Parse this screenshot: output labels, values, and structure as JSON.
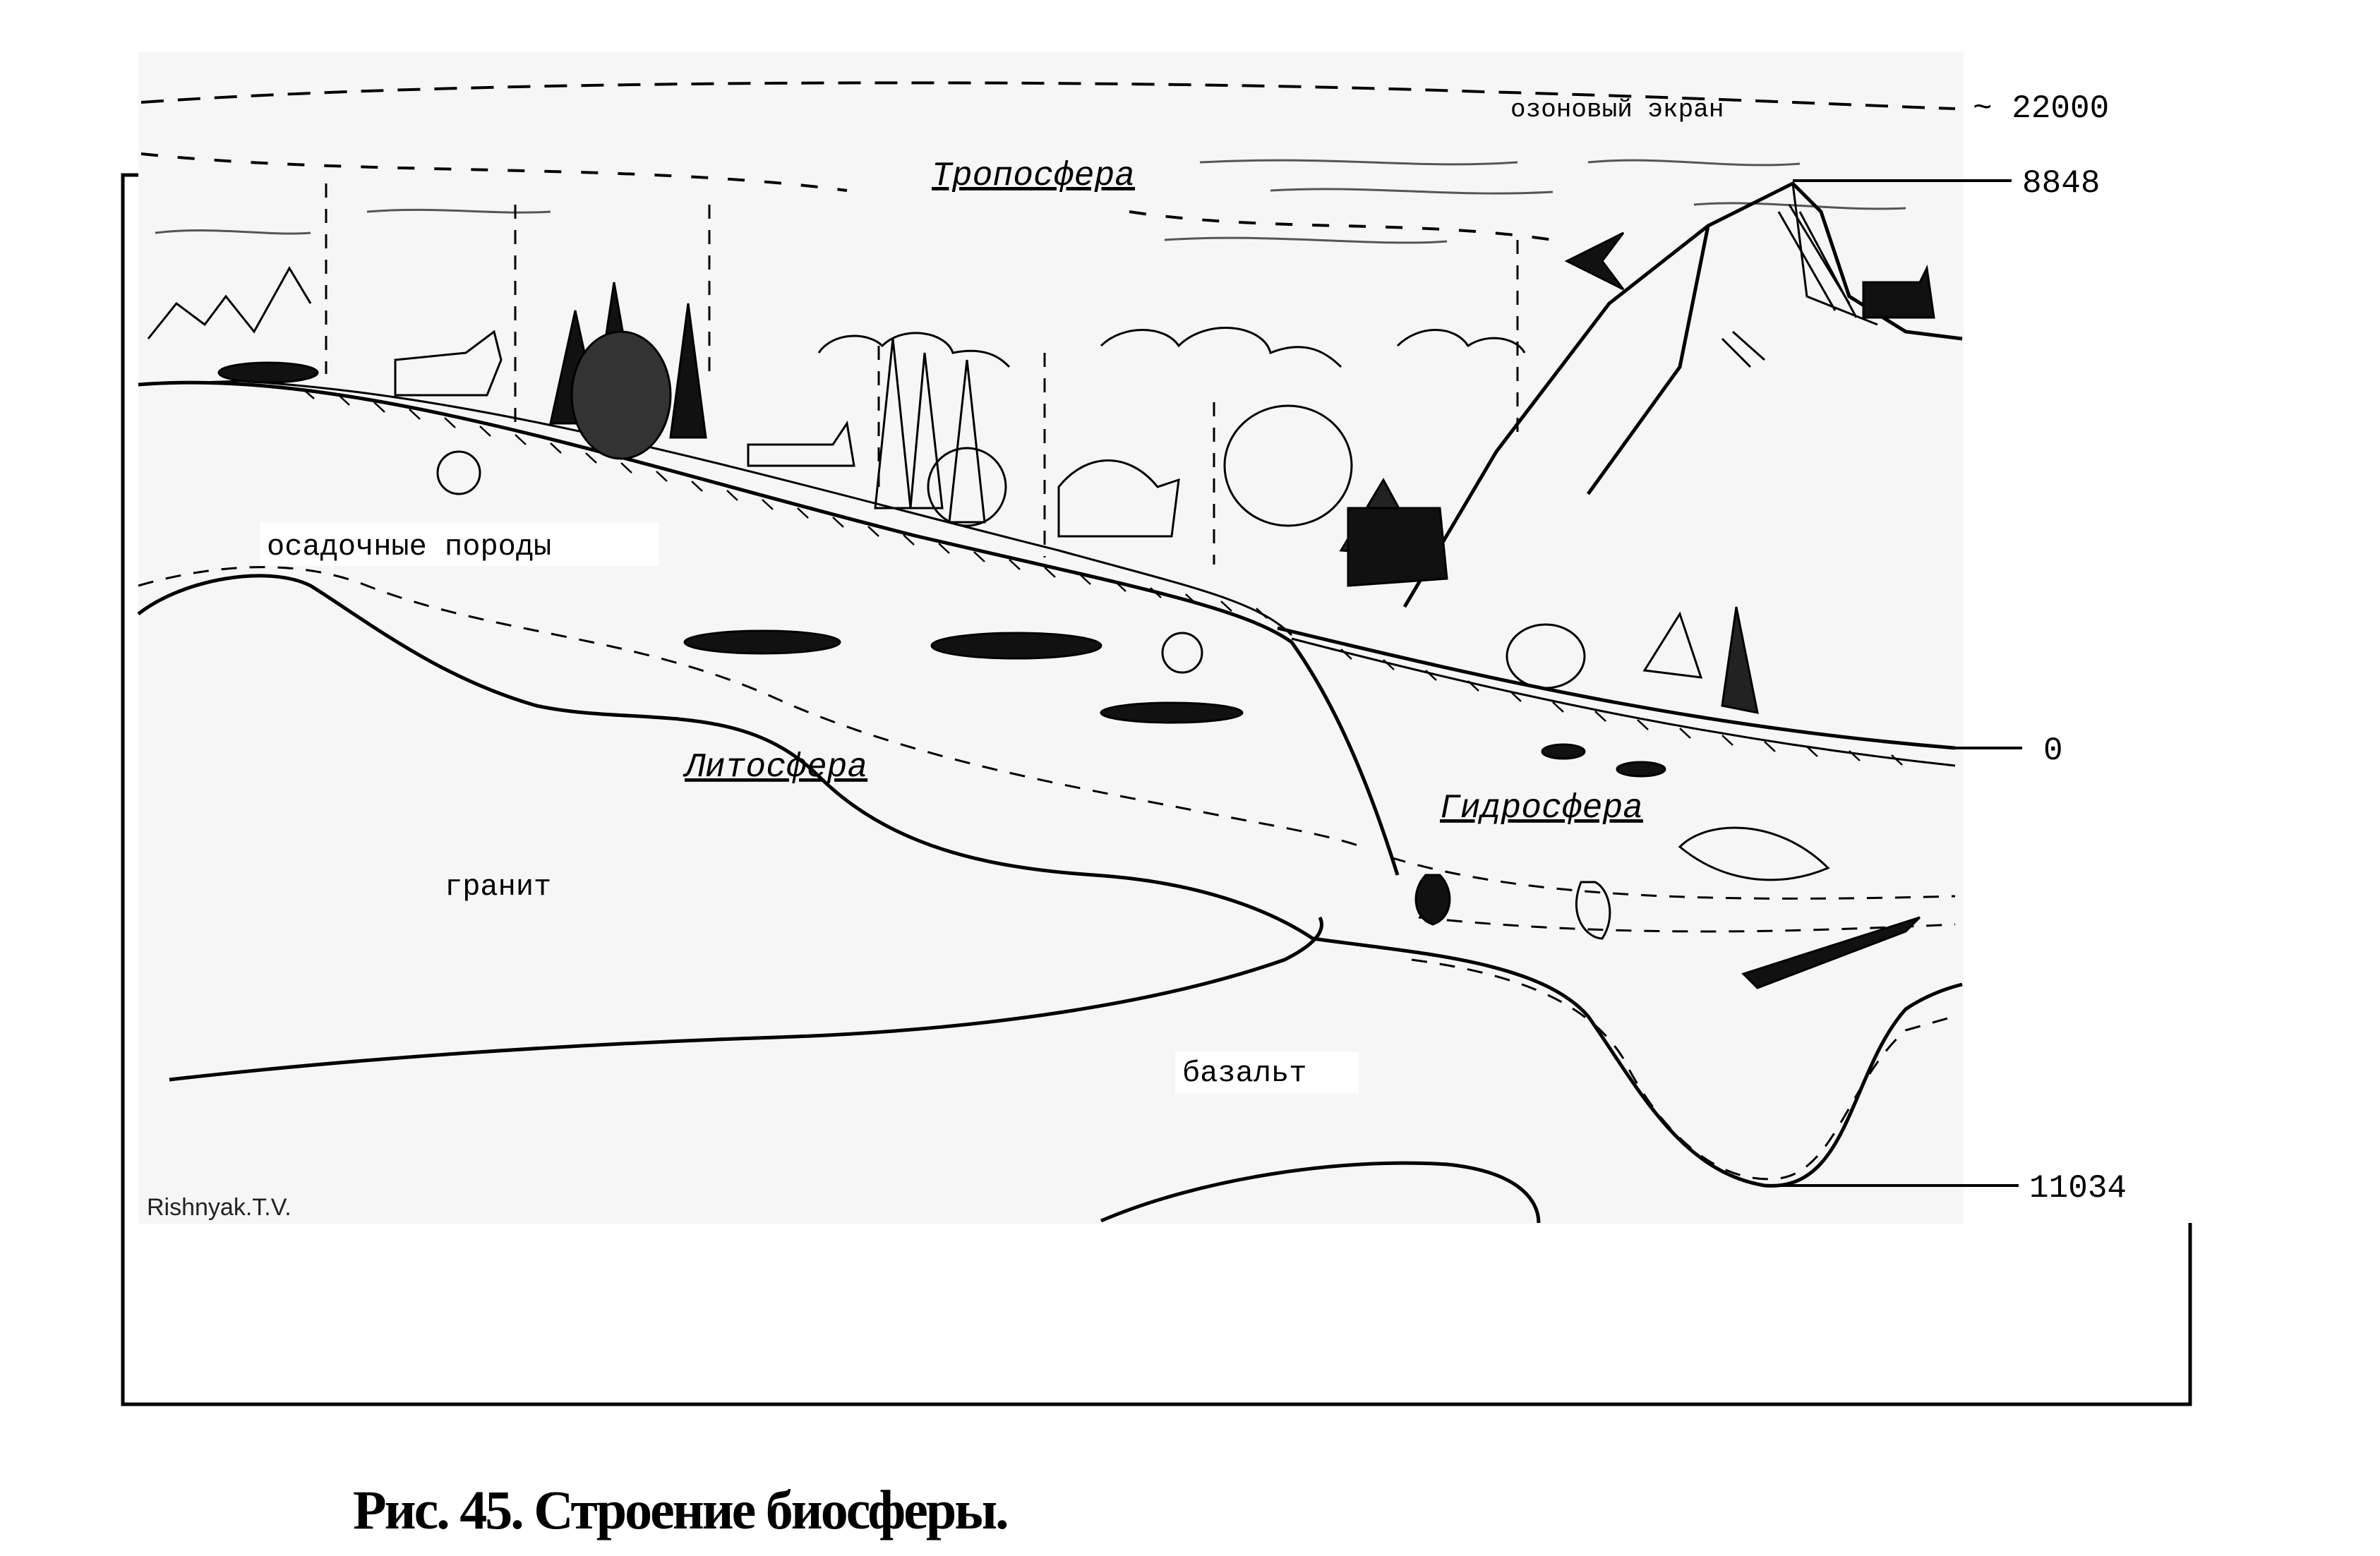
{
  "diagram": {
    "labels": {
      "ozone": "озоновый экран",
      "troposphere": "Тропосфера",
      "sedimentary": "осадочные породы",
      "lithosphere": "Литосфера",
      "granite": "гранит",
      "hydrosphere": "Гидросфера",
      "basalt": "базальт"
    },
    "altitude_marks": {
      "ozone_top": "~ 22000",
      "everest": "8848",
      "sea_level": "0",
      "trench": "11034"
    },
    "signature": "Rishnyak.T.V."
  },
  "caption": "Рис. 45. Строение биосферы."
}
